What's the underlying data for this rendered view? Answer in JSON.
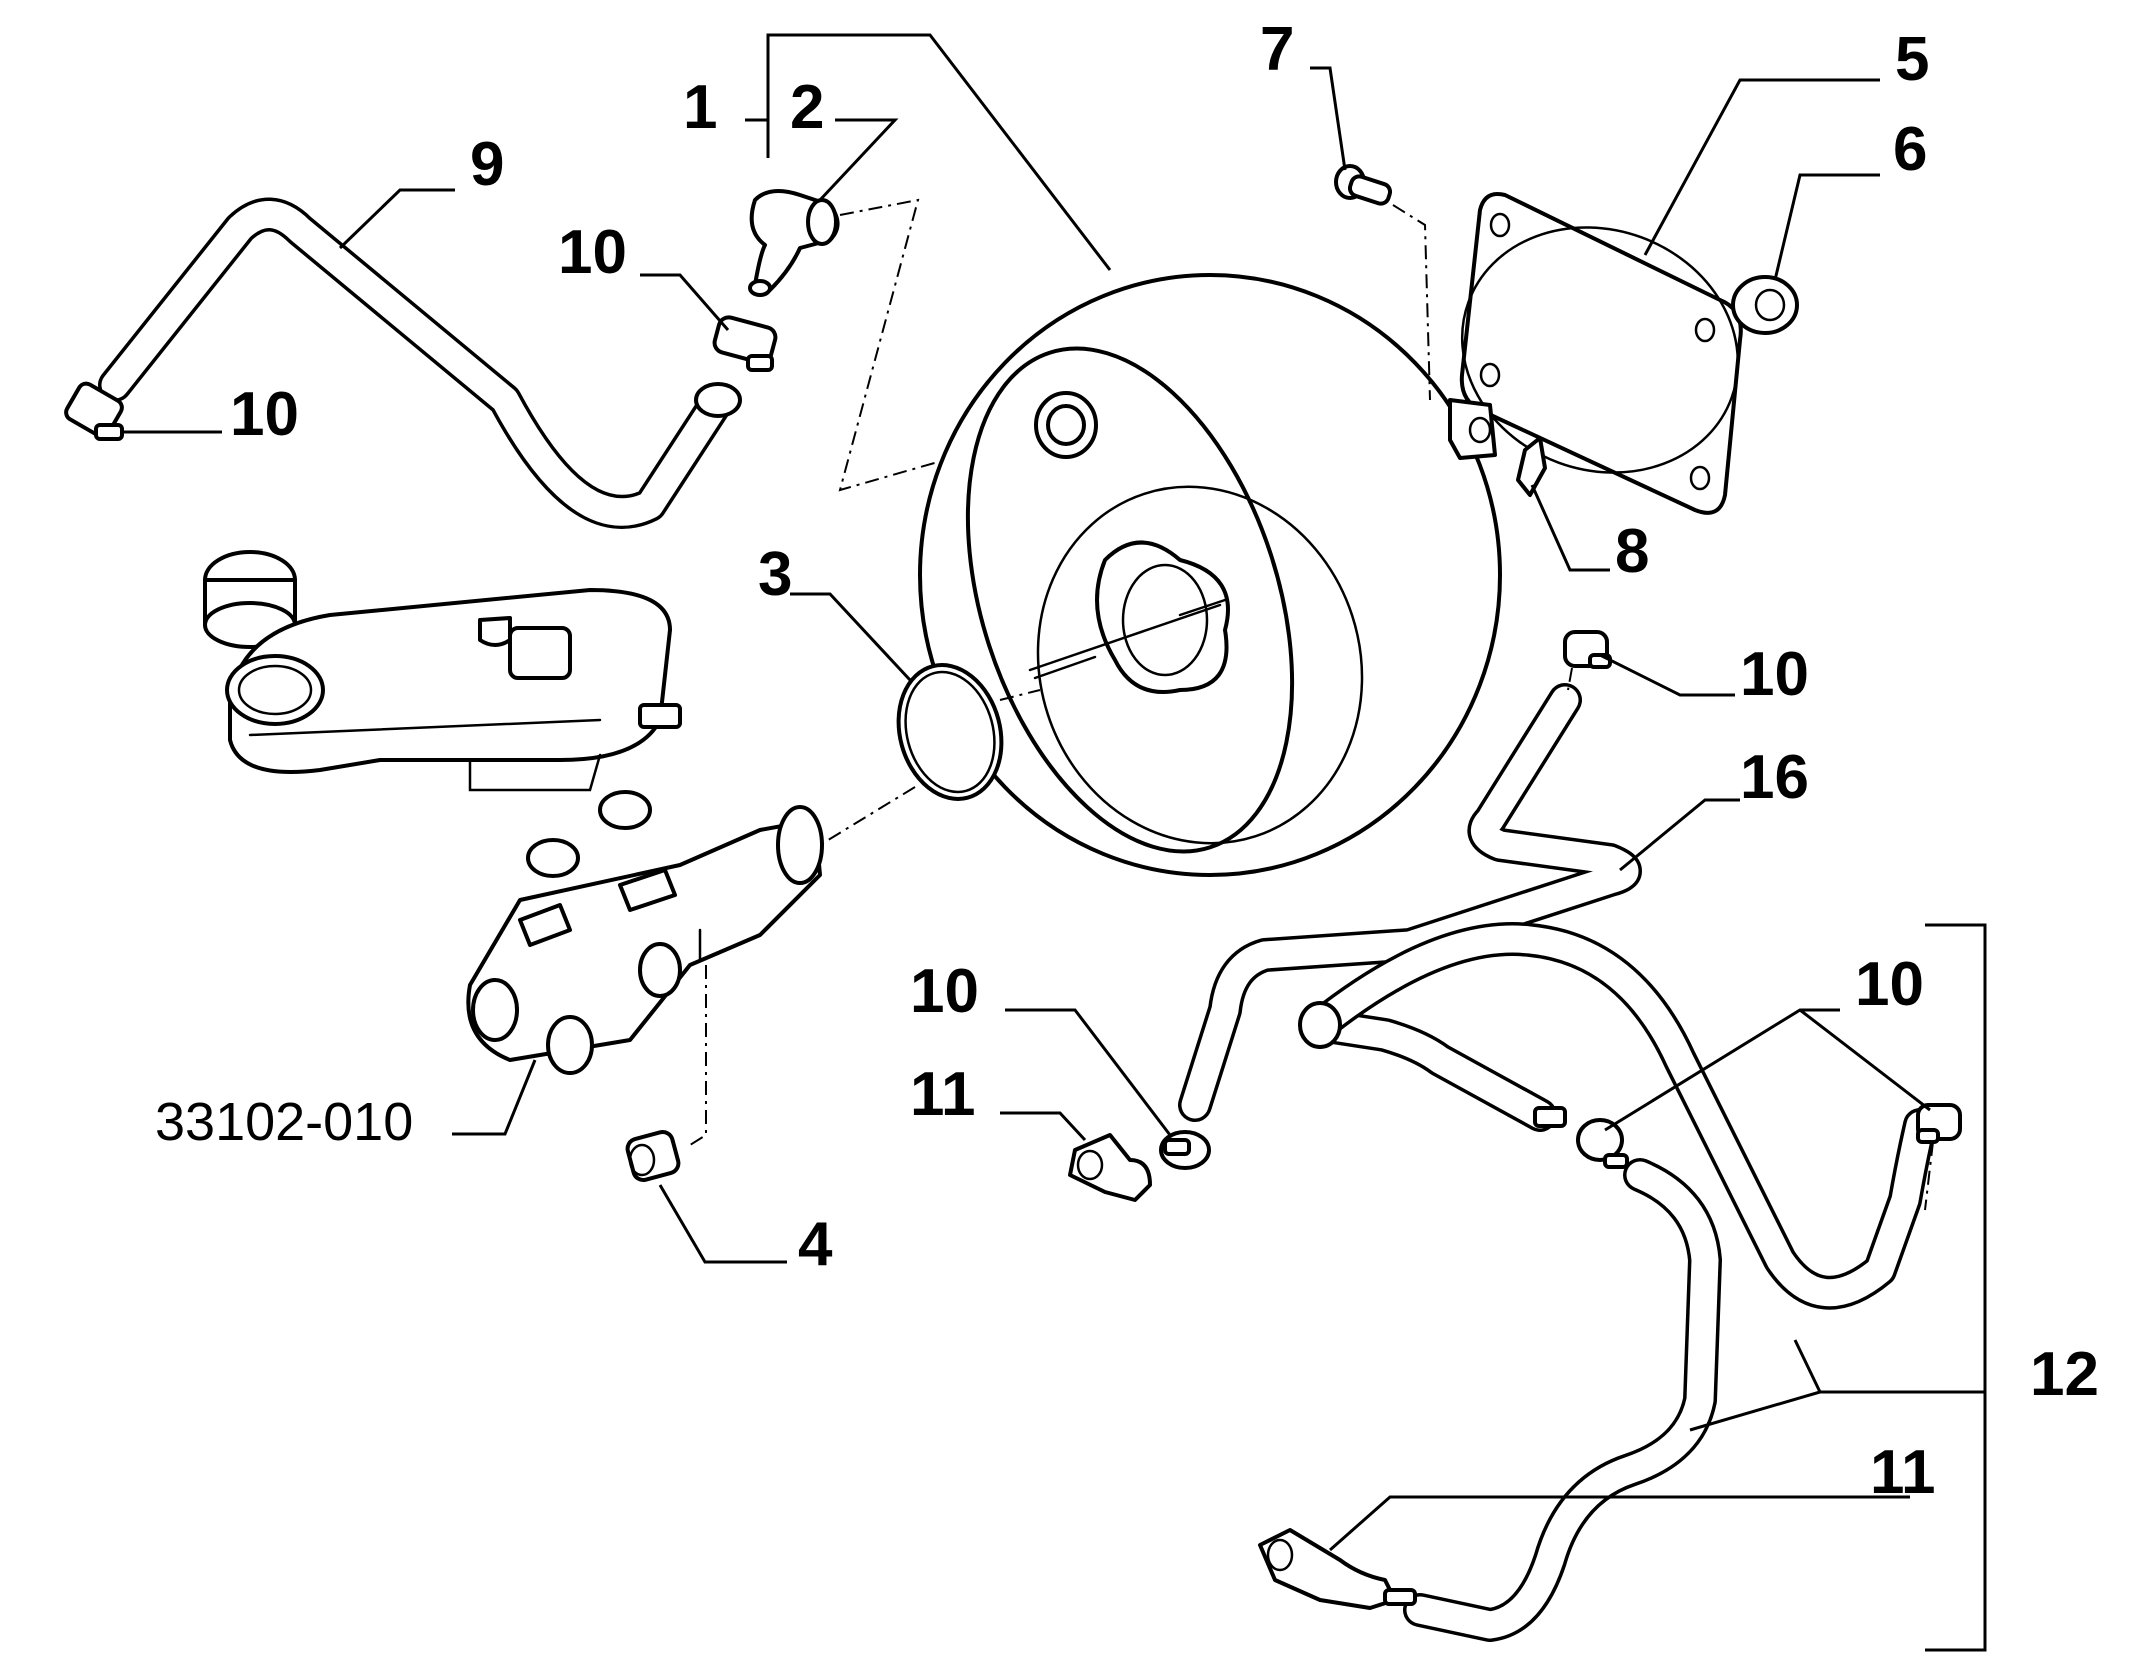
{
  "callouts": {
    "c1": "1",
    "c2": "2",
    "c3": "3",
    "c4": "4",
    "c5": "5",
    "c6": "6",
    "c7": "7",
    "c8": "8",
    "c9": "9",
    "c10a": "10",
    "c10b": "10",
    "c10c": "10",
    "c10d": "10",
    "c10e": "10",
    "c11a": "11",
    "c11b": "11",
    "c12": "12",
    "c16": "16"
  },
  "reference_code": "33102-010"
}
